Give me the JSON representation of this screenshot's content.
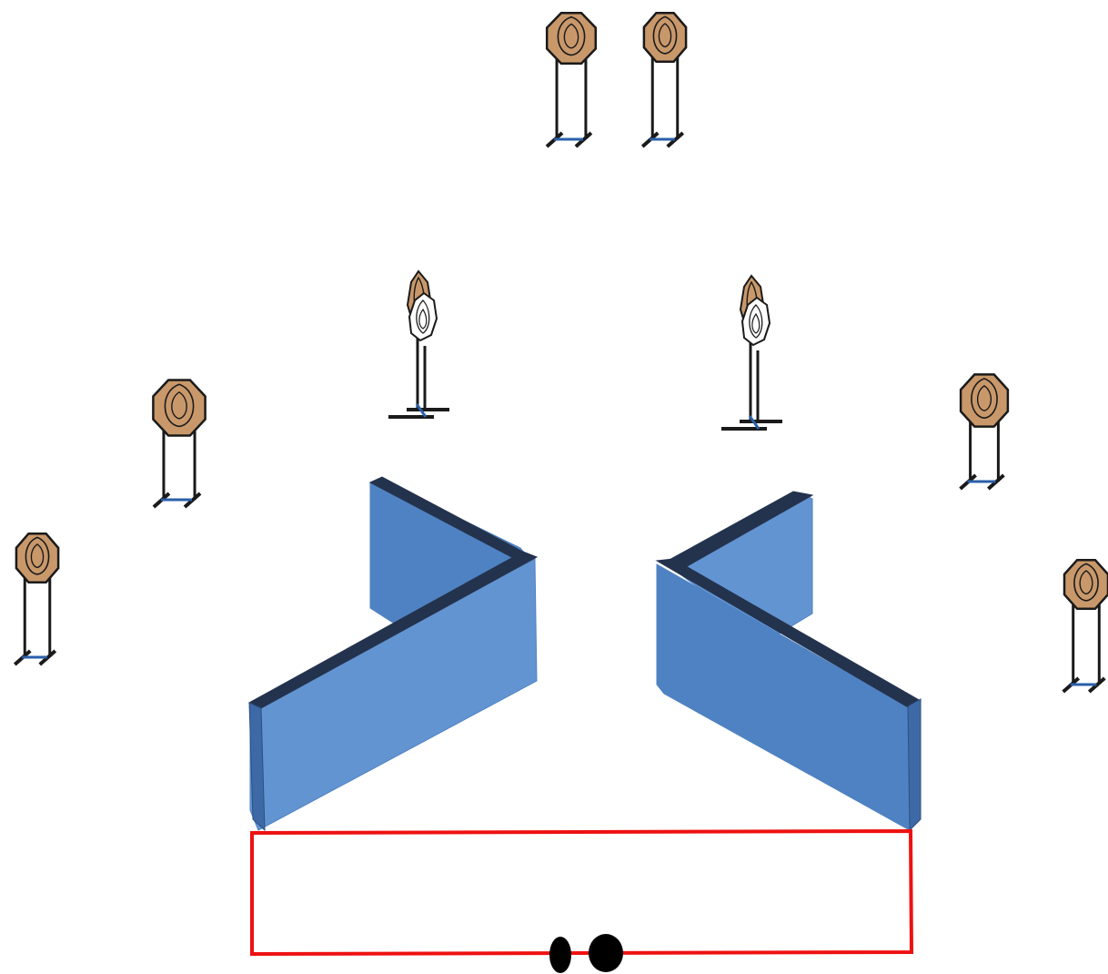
{
  "diagram": {
    "kind": "shooting-stage-layout",
    "colors": {
      "background": "#ffffff",
      "target_face": "#c9986a",
      "target_face_shadow": "#a87b52",
      "no_shoot_face": "#ffffff",
      "target_outline": "#1a1a1a",
      "stand_post": "#1a1a1a",
      "stand_base": "#2a5fa8",
      "wall_front": "#6294d2",
      "wall_front_dark": "#4f82c2",
      "wall_top": "#24334d",
      "shooting_box": "#ee1111",
      "start_marker": "#000000"
    },
    "targets": [
      {
        "id": "paper-target-far-left",
        "kind": "shoot",
        "face_count": 1
      },
      {
        "id": "paper-target-far-right",
        "kind": "shoot",
        "face_count": 1
      },
      {
        "id": "paper-target-left-flank",
        "kind": "shoot",
        "face_count": 1
      },
      {
        "id": "paper-target-left-edge",
        "kind": "shoot",
        "face_count": 1
      },
      {
        "id": "paper-target-right-flank",
        "kind": "shoot",
        "face_count": 1
      },
      {
        "id": "paper-target-right-edge",
        "kind": "shoot",
        "face_count": 1
      },
      {
        "id": "paper-target-with-no-shoot-left",
        "kind": "shoot-with-no-shoot",
        "face_count": 2
      },
      {
        "id": "paper-target-with-no-shoot-right",
        "kind": "shoot-with-no-shoot",
        "face_count": 2
      }
    ],
    "walls": [
      {
        "id": "barricade-wall-left",
        "segments": 2
      },
      {
        "id": "barricade-wall-right",
        "segments": 2
      }
    ],
    "shooting_box": {
      "id": "shooting-box"
    },
    "start_positions": [
      {
        "id": "start-marker-left"
      },
      {
        "id": "start-marker-right"
      }
    ]
  }
}
